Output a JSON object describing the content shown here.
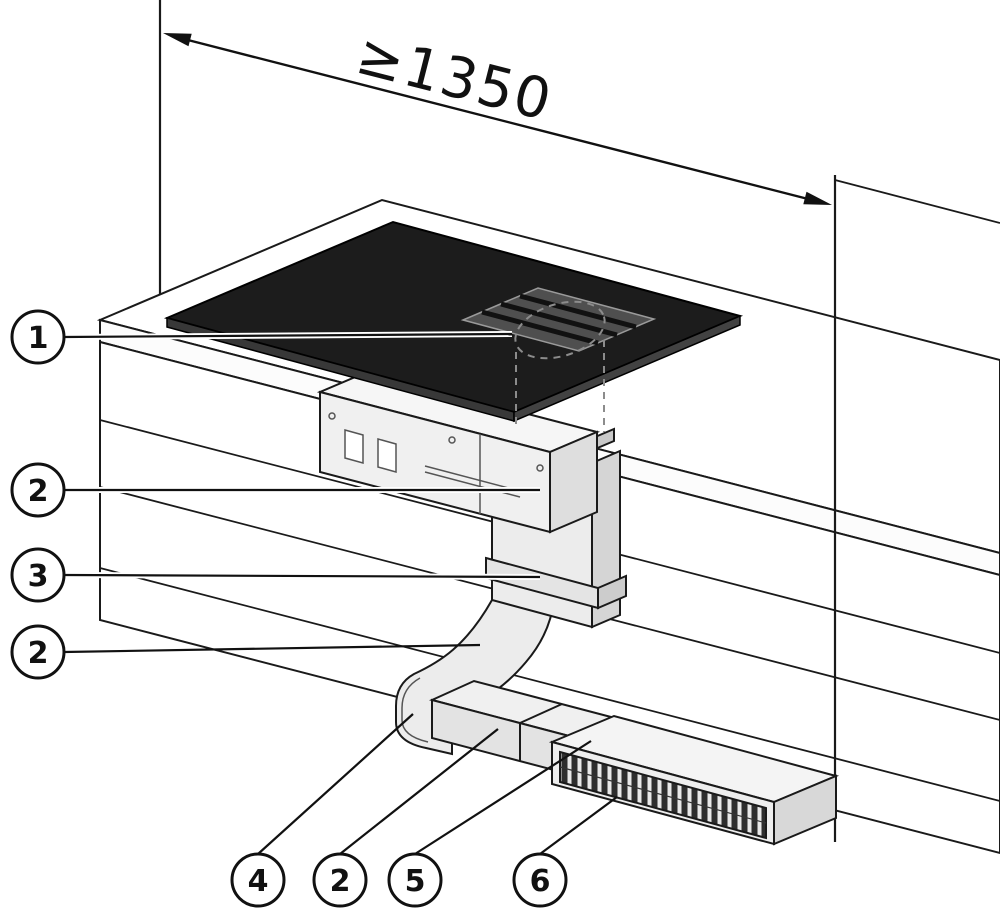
{
  "dimension": {
    "label": "≥1350"
  },
  "callouts": [
    {
      "label": "1"
    },
    {
      "label": "2"
    },
    {
      "label": "3"
    },
    {
      "label": "2"
    },
    {
      "label": "4"
    },
    {
      "label": "2"
    },
    {
      "label": "5"
    },
    {
      "label": "6"
    }
  ],
  "colors": {
    "line": "#1a1a1a",
    "cooktop_surface": "#1c1c1c",
    "duct_fill": "#ececec",
    "duct_side": "#d5d5d5",
    "grille_slat": "#2e2e2e",
    "background": "#ffffff"
  }
}
